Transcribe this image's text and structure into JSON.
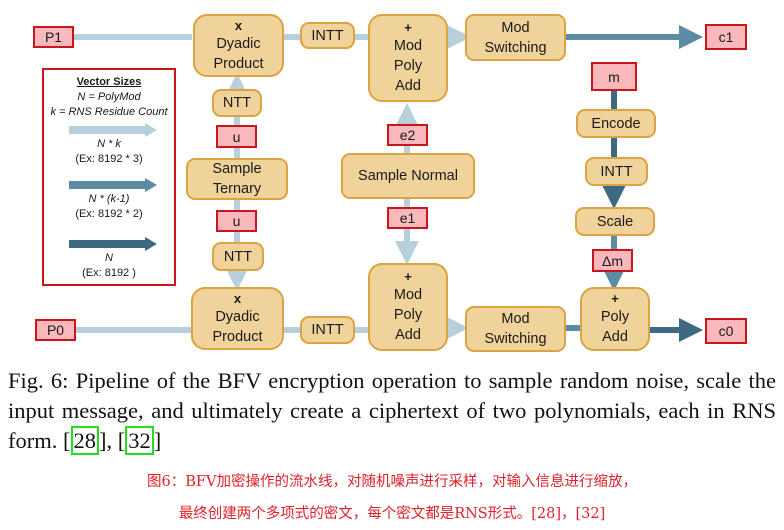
{
  "colors": {
    "node_fill": "#f0d39b",
    "node_border": "#d9a441",
    "tag_fill": "#f9b8bc",
    "tag_border": "#c8161c",
    "arrow_nk": "#b8d0dc",
    "arrow_nk1": "#5b8ca3",
    "arrow_n": "#3d6a80",
    "ref_box": "#22dd22",
    "translation": "#e0202a"
  },
  "legend": {
    "title": "Vector Sizes",
    "def_n": "N = PolyMod",
    "def_k": "k = RNS Residue Count",
    "entries": [
      {
        "formula": "N * k",
        "example": "(Ex: 8192 * 3)",
        "arrow": "light"
      },
      {
        "formula": "N * (k-1)",
        "example": "(Ex: 8192 * 2)",
        "arrow": "medium"
      },
      {
        "formula": "N",
        "example": "(Ex: 8192 )",
        "arrow": "dark"
      }
    ]
  },
  "inputs": {
    "p1": "P1",
    "p0": "P0",
    "m": "m",
    "u_top": "u",
    "u_bottom": "u",
    "e2": "e2",
    "e1": "e1",
    "delta_m": "Δm"
  },
  "outputs": {
    "c1": "c1",
    "c0": "c0"
  },
  "nodes": {
    "dyadic_top": {
      "op": "x",
      "l1": "Dyadic",
      "l2": "Product"
    },
    "dyadic_bottom": {
      "op": "x",
      "l1": "Dyadic",
      "l2": "Product"
    },
    "intt_top": "INTT",
    "intt_bottom": "INTT",
    "ntt_top": "NTT",
    "ntt_bottom": "NTT",
    "sample_ternary": {
      "l1": "Sample",
      "l2": "Ternary"
    },
    "sample_normal": "Sample Normal",
    "modadd_top": {
      "op": "+",
      "l1": "Mod",
      "l2": "Poly",
      "l3": "Add"
    },
    "modadd_bottom": {
      "op": "+",
      "l1": "Mod",
      "l2": "Poly",
      "l3": "Add"
    },
    "modswitch_top": {
      "l1": "Mod",
      "l2": "Switching"
    },
    "modswitch_bottom": {
      "l1": "Mod",
      "l2": "Switching"
    },
    "encode": "Encode",
    "intt_m": "INTT",
    "scale": "Scale",
    "polyadd": {
      "op": "+",
      "l1": "Poly",
      "l2": "Add"
    }
  },
  "caption": {
    "prefix": "Fig. 6:",
    "text": "Pipeline of the BFV encryption operation to sample random noise, scale the input message, and ultimately create a ciphertext of two polynomials, each in RNS form.",
    "refs": [
      "28",
      "32"
    ]
  },
  "translation": {
    "line1": "图6：BFV加密操作的流水线，对随机噪声进行采样，对输入信息进行缩放，",
    "line2": "最终创建两个多项式的密文，每个密文都是RNS形式。[28]，[32]"
  }
}
